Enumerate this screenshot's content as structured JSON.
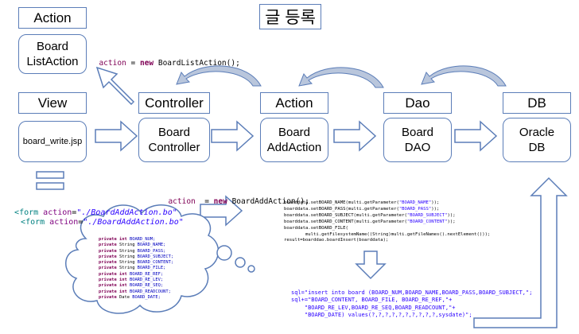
{
  "title": "글 등록",
  "headers": {
    "action_top": "Action",
    "view": "View",
    "controller": "Controller",
    "action": "Action",
    "dao": "Dao",
    "db": "DB"
  },
  "boxes": {
    "board_list_action": "Board\nListAction",
    "board_write_jsp": "board_write.jsp",
    "board_controller": "Board\nController",
    "board_add_action": "Board\nAddAction",
    "board_dao": "Board\nDAO",
    "oracle_db": "Oracle\nDB"
  },
  "code": {
    "list_action": {
      "var": "action",
      "eq": " = ",
      "kw": "new",
      "rest": " BoardListAction();"
    },
    "add_action": {
      "var": "action",
      "eq": "  = ",
      "kw": "new",
      "rest": " BoardAddAction();"
    },
    "form_lines": [
      {
        "tag": "<form ",
        "attr": "action",
        "eq": "=",
        "val": "\"./BoardAddAction.bo\""
      },
      {
        "tag": "<form ",
        "attr": "action",
        "eq": "=",
        "val": "\"./BoardAddAction.bo\""
      }
    ],
    "fields": [
      "private int BOARD_NUM;",
      "private String BOARD_NAME;",
      "private String BOARD_PASS;",
      "private String BOARD_SUBJECT;",
      "private String BOARD_CONTENT;",
      "private String BOARD_FILE;",
      "private int BOARD_RE_REF;",
      "private int BOARD_RE_LEV;",
      "private int BOARD_RE_SEQ;",
      "private int BOARD_READCOUNT;",
      "private Date BOARD_DATE;"
    ],
    "setters": [
      "boarddata.setBOARD_NAME(multi.getParameter(\"BOARD_NAME\"));",
      "boarddata.setBOARD_PASS(multi.getParameter(\"BOARD_PASS\"));",
      "boarddata.setBOARD_SUBJECT(multi.getParameter(\"BOARD_SUBJECT\"));",
      "boarddata.setBOARD_CONTENT(multi.getParameter(\"BOARD_CONTENT\"));",
      "boarddata.setBOARD_FILE(",
      "        multi.getFilesystemName((String)multi.getFileNames().nextElement()));",
      "result=boarddao.boardInsert(boarddata);"
    ],
    "sql": [
      "sql=\"insert into board (BOARD_NUM,BOARD_NAME,BOARD_PASS,BOARD_SUBJECT,\";",
      "sql+=\"BOARD_CONTENT, BOARD_FILE, BOARD_RE_REF,\"+",
      "    \"BOARD_RE_LEV,BOARD_RE_SEQ,BOARD_READCOUNT,\"+",
      "    \"BOARD_DATE) values(?,?,?,?,?,?,?,?,?,?,sysdate)\";"
    ]
  },
  "colors": {
    "box_border": "#5b7db8",
    "arrow_fill": "#ffffff",
    "arrow_stroke": "#5b7db8",
    "arc_fill": "#b9c6dc",
    "keyword": "#7f0055",
    "string": "#2a00ff",
    "tag": "#008080",
    "attr": "#7f007f",
    "field": "#0000c0",
    "default_text": "#000000"
  }
}
